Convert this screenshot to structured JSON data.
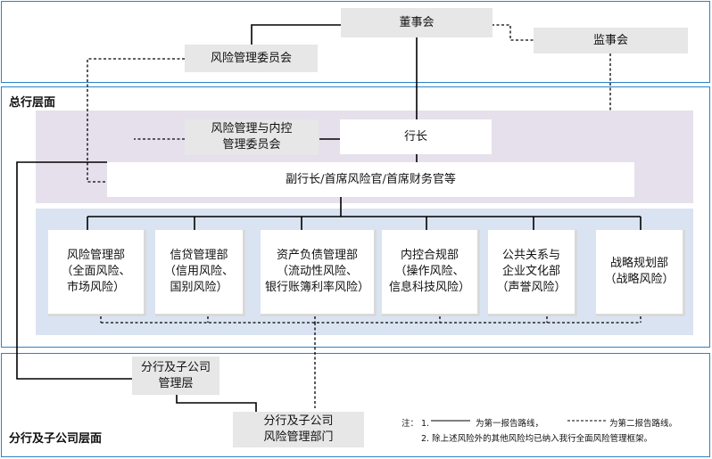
{
  "top": {
    "board": "董事会",
    "supervisors": "监事会",
    "risk_committee": "风险管理委员会"
  },
  "head_office": {
    "label": "总行层面",
    "risk_internal_committee": "风险管理与内控\n管理委员会",
    "president": "行长",
    "vice_presidents": "副行长/首席风险官/首席财务官等",
    "departments": [
      {
        "text": "风险管理部\n（全面风险、\n市场风险）"
      },
      {
        "text": "信贷管理部\n（信用风险、\n国别风险）"
      },
      {
        "text": "资产负债管理部\n（流动性风险、\n银行账簿利率风险）"
      },
      {
        "text": "内控合规部\n（操作风险、\n信息科技风险）"
      },
      {
        "text": "公共关系与\n企业文化部\n（声誉风险）"
      },
      {
        "text": "战略规划部\n（战略风险）"
      }
    ]
  },
  "branch": {
    "label": "分行及子公司层面",
    "management": "分行及子公司\n管理层",
    "risk_dept": "分行及子公司\n风险管理部门"
  },
  "notes": {
    "prefix": "注：",
    "line1_a": "1.",
    "line1_b": "为第一报告路线，",
    "line1_c": "为第二报告路线。",
    "line2": "2. 除上述风险外的其他风险均已纳入我行全面风险管理框架。"
  }
}
